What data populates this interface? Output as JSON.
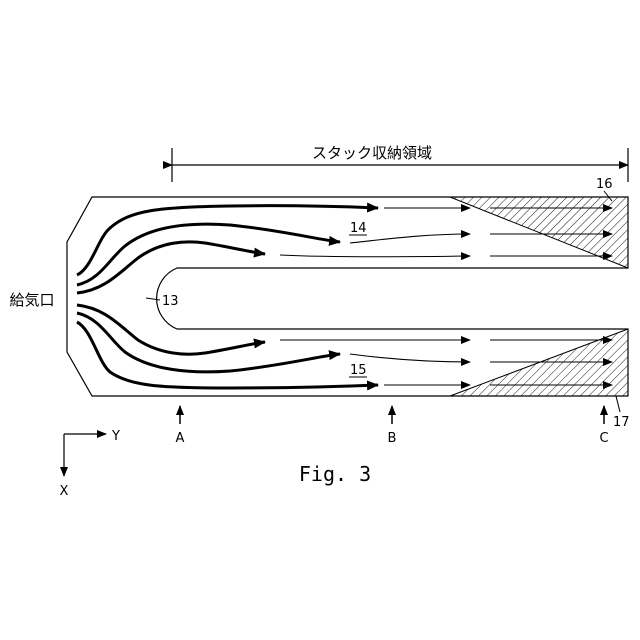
{
  "region_label": "スタック収納領域",
  "inlet_label": "給気口",
  "caption": "Fig. 3",
  "refs": {
    "r13": "13",
    "r14": "14",
    "r15": "15",
    "r16": "16",
    "r17": "17"
  },
  "sections": {
    "a": "A",
    "b": "B",
    "c": "C"
  },
  "axes": {
    "y": "Y",
    "x": "X"
  }
}
